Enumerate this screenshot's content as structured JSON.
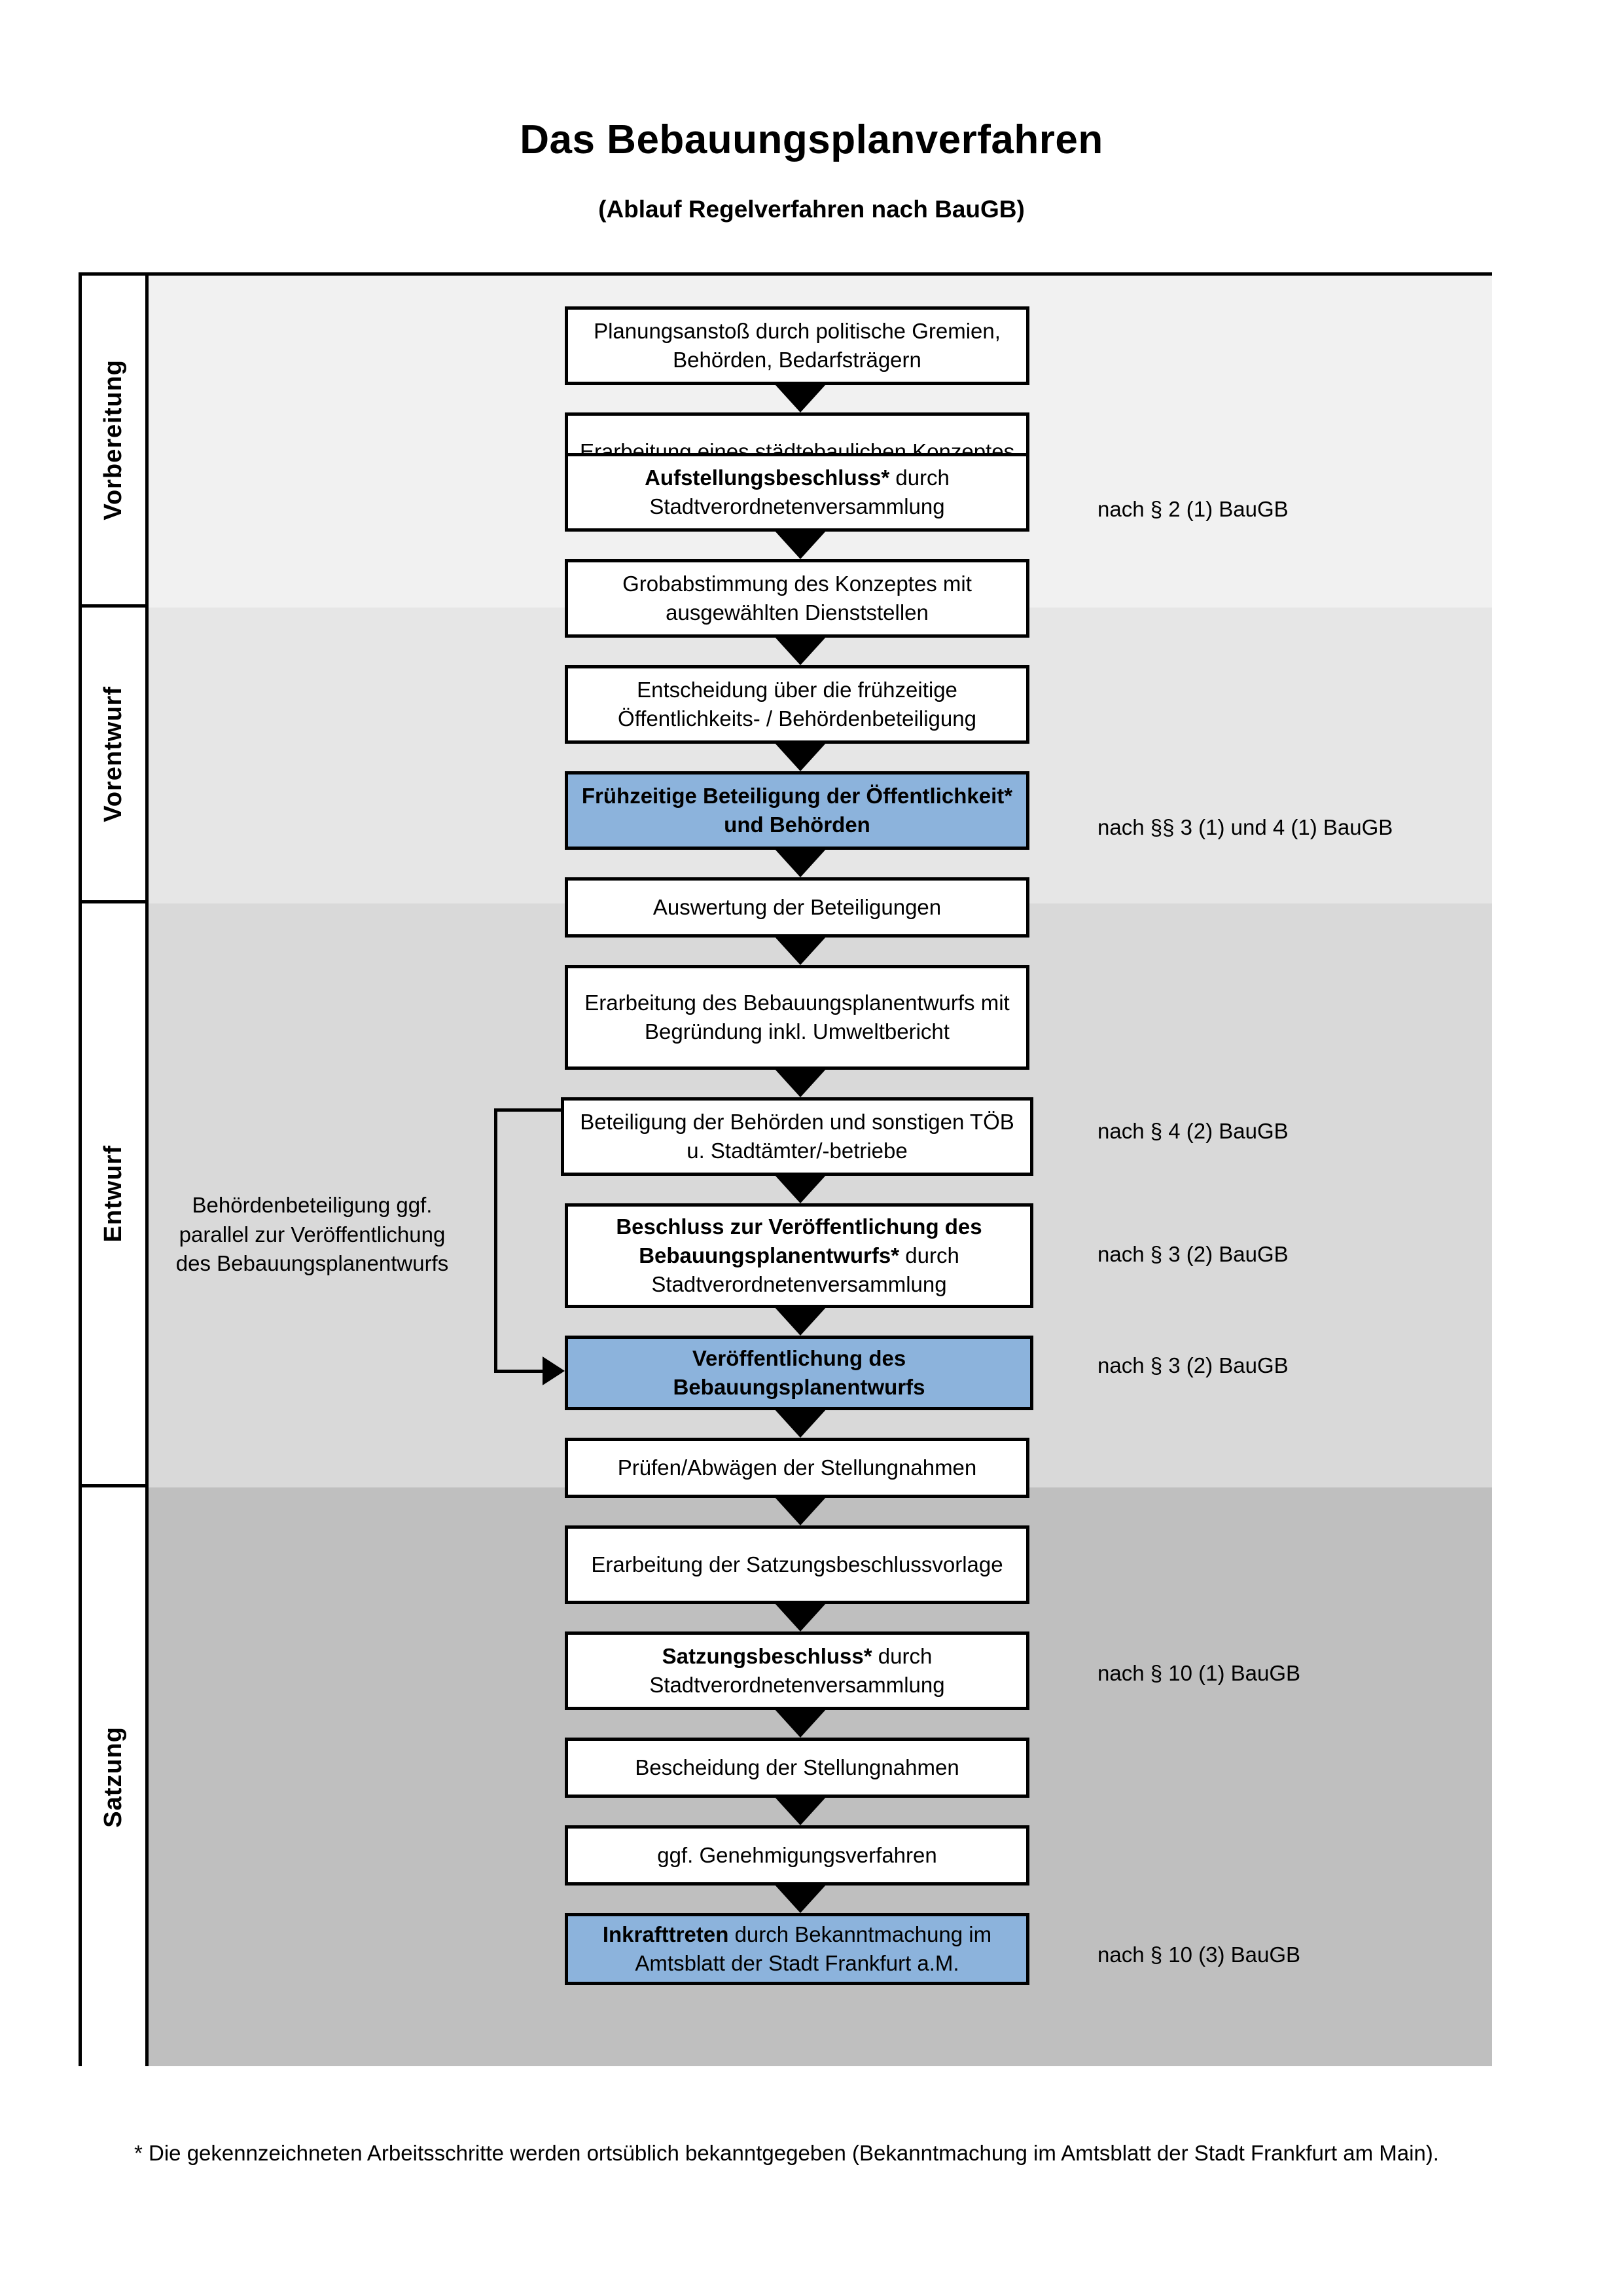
{
  "document": {
    "title": "Das Bebauungsplanverfahren",
    "subtitle": "(Ablauf Regelverfahren nach BauGB)",
    "footnote": "* Die gekennzeichneten Arbeitsschritte werden ortsüblich bekanntgegeben (Bekanntmachung im Amtsblatt  der Stadt Frankfurt am Main)."
  },
  "colors": {
    "highlight_box": "#8CB3DC",
    "band_vorbereitung": "#F1F1F1",
    "band_vorentwurf": "#E6E6E6",
    "band_entwurf": "#D9D9D9",
    "band_satzung": "#BFBFBF",
    "border": "#000000",
    "page_background": "#FFFFFF"
  },
  "phases": [
    {
      "id": "vorbereitung",
      "label": "Vorbereitung"
    },
    {
      "id": "vorentwurf",
      "label": "Vorentwurf"
    },
    {
      "id": "entwurf",
      "label": "Entwurf"
    },
    {
      "id": "satzung",
      "label": "Satzung"
    }
  ],
  "steps": [
    {
      "id": "s1",
      "phase": "vorbereitung",
      "bold": "",
      "text": "Planungsanstoß durch politische Gremien, Behörden, Bedarfsträgern",
      "highlight": false
    },
    {
      "id": "s2",
      "phase": "vorbereitung",
      "bold": "",
      "text": "Erarbeitung eines städtebaulichen Konzeptes",
      "highlight": false
    },
    {
      "id": "s3",
      "phase": "vorbereitung",
      "bold": "Aufstellungsbeschluss*",
      "text": " durch Stadtverordnetenversammlung",
      "highlight": false
    },
    {
      "id": "s4",
      "phase": "vorentwurf",
      "bold": "",
      "text": "Grobabstimmung des Konzeptes mit ausgewählten Dienststellen",
      "highlight": false
    },
    {
      "id": "s5",
      "phase": "vorentwurf",
      "bold": "",
      "text": "Entscheidung über die frühzeitige Öffentlichkeits- / Behördenbeteiligung",
      "highlight": false
    },
    {
      "id": "s6",
      "phase": "vorentwurf",
      "bold": "Frühzeitige Beteiligung der Öffentlichkeit* und Behörden",
      "text": "",
      "highlight": true
    },
    {
      "id": "s7",
      "phase": "entwurf",
      "bold": "",
      "text": "Auswertung der Beteiligungen",
      "highlight": false
    },
    {
      "id": "s8",
      "phase": "entwurf",
      "bold": "",
      "text": "Erarbeitung des Bebauungsplanentwurfs mit Begründung inkl. Umweltbericht",
      "highlight": false
    },
    {
      "id": "s9",
      "phase": "entwurf",
      "bold": "",
      "text": "Beteiligung der Behörden und sonstigen TÖB u. Stadtämter/-betriebe",
      "highlight": false
    },
    {
      "id": "s10",
      "phase": "entwurf",
      "bold": "Beschluss zur Veröffentlichung des Bebauungsplanentwurfs*",
      "text": " durch Stadtverordnetenversammlung",
      "highlight": false
    },
    {
      "id": "s11",
      "phase": "entwurf",
      "bold": "Veröffentlichung des Bebauungsplanentwurfs",
      "text": "",
      "highlight": true
    },
    {
      "id": "s12",
      "phase": "satzung",
      "bold": "",
      "text": "Prüfen/Abwägen der Stellungnahmen",
      "highlight": false
    },
    {
      "id": "s13",
      "phase": "satzung",
      "bold": "",
      "text": "Erarbeitung der Satzungsbeschlussvorlage",
      "highlight": false
    },
    {
      "id": "s14",
      "phase": "satzung",
      "bold": "Satzungsbeschluss*",
      "text": " durch Stadtverordnetenversammlung",
      "highlight": false
    },
    {
      "id": "s15",
      "phase": "satzung",
      "bold": "",
      "text": "Bescheidung der Stellungnahmen",
      "highlight": false
    },
    {
      "id": "s16",
      "phase": "satzung",
      "bold": "",
      "text": "ggf. Genehmigungsverfahren",
      "highlight": false
    },
    {
      "id": "s17",
      "phase": "satzung",
      "bold": "Inkrafttreten",
      "text": " durch Bekanntmachung im Amtsblatt der Stadt Frankfurt a.M.",
      "highlight": true
    }
  ],
  "annotations": [
    {
      "id": "a1",
      "for_step": "s3",
      "text": "nach § 2 (1) BauGB"
    },
    {
      "id": "a2",
      "for_step": "s6",
      "text": "nach §§ 3 (1) und 4 (1) BauGB"
    },
    {
      "id": "a3",
      "for_step": "s9",
      "text": "nach § 4 (2) BauGB"
    },
    {
      "id": "a4",
      "for_step": "s10",
      "text": "nach § 3 (2) BauGB"
    },
    {
      "id": "a5",
      "for_step": "s11",
      "text": "nach § 3 (2) BauGB"
    },
    {
      "id": "a6",
      "for_step": "s14",
      "text": "nach § 10 (1) BauGB"
    },
    {
      "id": "a7",
      "for_step": "s17",
      "text": "nach § 10 (3) BauGB"
    }
  ],
  "sidenote": {
    "text": "Behördenbeteiligung ggf. parallel zur Veröffentlichung des Bebauungsplanentwurfs"
  },
  "connector": {
    "name": "parallel-branch-connector",
    "from_step": "s9",
    "to_step": "s11"
  }
}
